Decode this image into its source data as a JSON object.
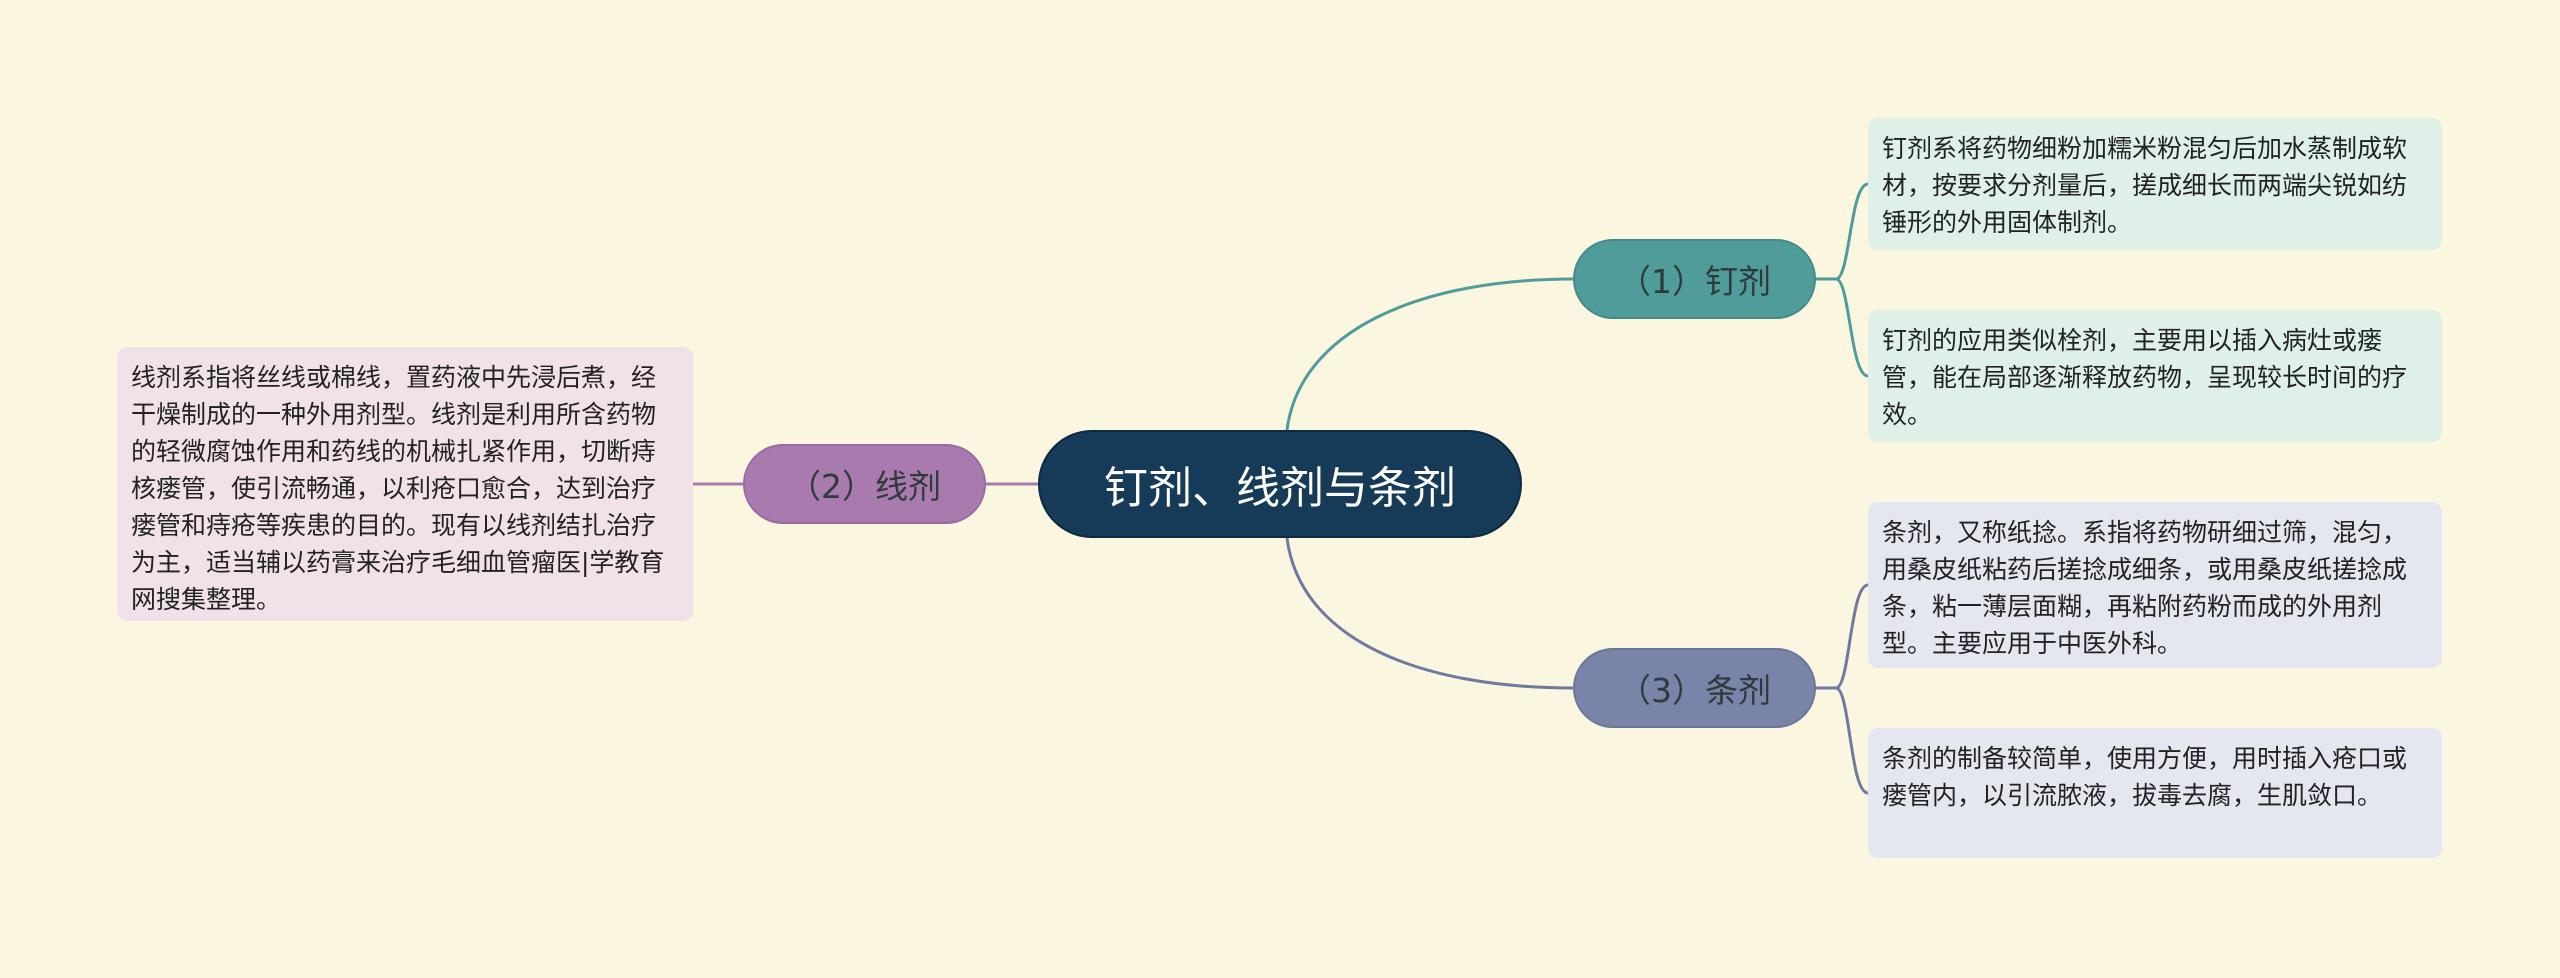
{
  "root": {
    "label": "钉剂、线剂与条剂"
  },
  "branches": [
    {
      "label": "（1）钉剂",
      "color": "#4f9c9a",
      "leaves": [
        "钉剂系将药物细粉加糯米粉混匀后加水蒸制成软材，按要求分剂量后，搓成细长而两端尖锐如纺锤形的外用固体制剂。",
        "钉剂的应用类似栓剂，主要用以插入病灶或瘘管，能在局部逐渐释放药物，呈现较长时间的疗效。"
      ]
    },
    {
      "label": "（2）线剂",
      "color": "#a87aae",
      "leaves": [
        "线剂系指将丝线或棉线，置药液中先浸后煮，经干燥制成的一种外用剂型。线剂是利用所含药物的轻微腐蚀作用和药线的机械扎紧作用，切断痔核瘘管，使引流畅通，以利疮口愈合，达到治疗瘘管和痔疮等疾患的目的。现有以线剂结扎治疗为主，适当辅以药膏来治疗毛细血管瘤医|学教育网搜集整理。"
      ]
    },
    {
      "label": "（3）条剂",
      "color": "#7884a8",
      "leaves": [
        "条剂，又称纸捻。系指将药物研细过筛，混匀，用桑皮纸粘药后搓捻成细条，或用桑皮纸搓捻成条，粘一薄层面糊，再粘附药粉而成的外用剂型。主要应用于中医外科。",
        "条剂的制备较简单，使用方便，用时插入疮口或瘘管内，以引流脓液，拔毒去腐，生肌敛口。"
      ]
    }
  ],
  "colors": {
    "background": "#fbf6df",
    "root": "#163b59",
    "link_teal": "#4f9c9a",
    "link_pink": "#a87aae",
    "link_blue": "#6e7a9e"
  }
}
